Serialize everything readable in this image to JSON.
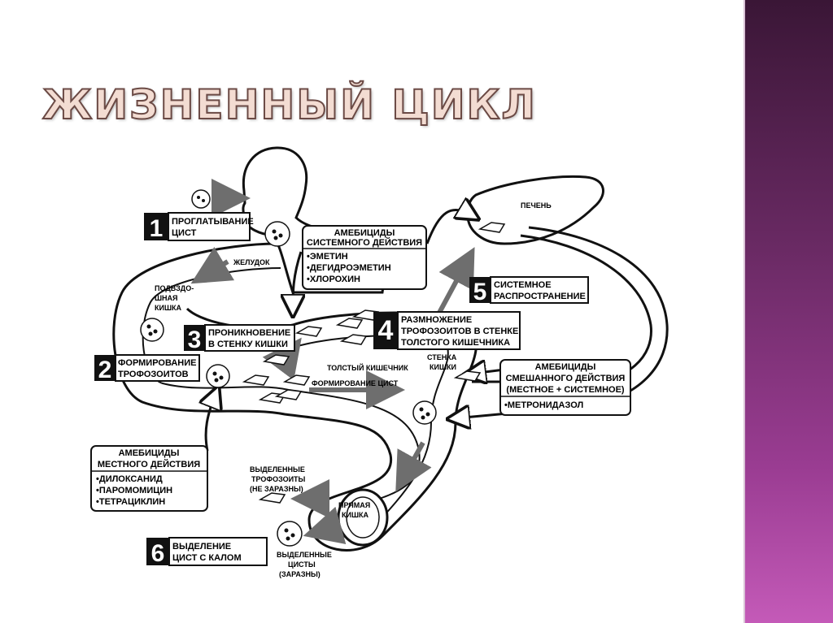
{
  "title": "ЖИЗНЕННЫЙ ЦИКЛ",
  "colors": {
    "accent_band_top": "#3a1636",
    "accent_band_bottom": "#c45ab8",
    "title_fill": "#f3dcd2",
    "ink": "#111111",
    "arrow": "#6e6e6e"
  },
  "steps": [
    {
      "number": "1",
      "line1": "ПРОГЛАТЫВАНИЕ",
      "line2": "ЦИСТ"
    },
    {
      "number": "2",
      "line1": "ФОРМИРОВАНИЕ",
      "line2": "ТРОФОЗОИТОВ"
    },
    {
      "number": "3",
      "line1": "ПРОНИКНОВЕНИЕ",
      "line2": "В СТЕНКУ КИШКИ"
    },
    {
      "number": "4",
      "line1": "РАЗМНОЖЕНИЕ",
      "line2": "ТРОФОЗОИТОВ В СТЕНКЕ",
      "line3": "ТОЛСТОГО КИШЕЧНИКА"
    },
    {
      "number": "5",
      "line1": "СИСТЕМНОЕ",
      "line2": "РАСПРОСТРАНЕНИЕ"
    },
    {
      "number": "6",
      "line1": "ВЫДЕЛЕНИЕ",
      "line2": "ЦИСТ С КАЛОМ"
    }
  ],
  "drug_groups": {
    "systemic": {
      "title1": "АМЕБИЦИДЫ",
      "title2": "СИСТЕМНОГО ДЕЙСТВИЯ",
      "items": [
        "•ЭМЕТИН",
        "•ДЕГИДРОЭМЕТИН",
        "•ХЛОРОХИН"
      ]
    },
    "mixed": {
      "title1": "АМЕБИЦИДЫ",
      "title2": "СМЕШАННОГО ДЕЙСТВИЯ",
      "title3": "(МЕСТНОЕ + СИСТЕМНОЕ)",
      "items": [
        "•МЕТРОНИДАЗОЛ"
      ]
    },
    "local": {
      "title1": "АМЕБИЦИДЫ",
      "title2": "МЕСТНОГО ДЕЙСТВИЯ",
      "items": [
        "•ДИЛОКСАНИД",
        "•ПАРОМОМИЦИН",
        "•ТЕТРАЦИКЛИН"
      ]
    }
  },
  "labels": {
    "stomach": "ЖЕЛУДОК",
    "duodenum1": "ПОДВЗДО-",
    "duodenum2": "ШНАЯ",
    "duodenum3": "КИШКА",
    "liver": "ПЕЧЕНЬ",
    "large_intestine": "ТОЛСТЫЙ КИШЕЧНИК",
    "cyst_formation": "ФОРМИРОВАНИЕ ЦИСТ",
    "gut_wall1": "СТЕНКА",
    "gut_wall2": "КИШКИ",
    "rectum1": "ПРЯМАЯ",
    "rectum2": "КИШКА",
    "excreted_troph1": "ВЫДЕЛЕННЫЕ",
    "excreted_troph2": "ТРОФОЗОИТЫ",
    "excreted_troph3": "(НЕ ЗАРАЗНЫ)",
    "excreted_cysts1": "ВЫДЕЛЕННЫЕ",
    "excreted_cysts2": "ЦИСТЫ",
    "excreted_cysts3": "(ЗАРАЗНЫ)"
  }
}
